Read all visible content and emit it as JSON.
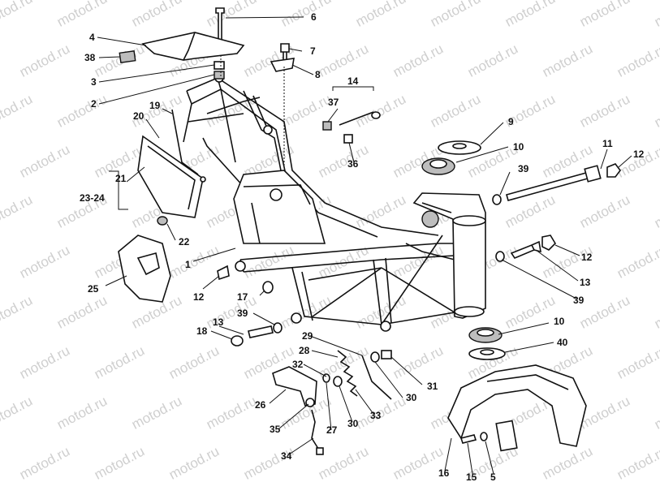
{
  "watermark": "motod.ru",
  "callouts": {
    "c1": "1",
    "c2": "2",
    "c3": "3",
    "c4": "4",
    "c5": "5",
    "c6": "6",
    "c7": "7",
    "c8": "8",
    "c9": "9",
    "c10a": "10",
    "c10b": "10",
    "c11": "11",
    "c12a": "12",
    "c12b": "12",
    "c12c": "12",
    "c13a": "13",
    "c13b": "13",
    "c14": "14",
    "c15": "15",
    "c16": "16",
    "c17": "17",
    "c18": "18",
    "c19": "19",
    "c20": "20",
    "c21": "21",
    "c22": "22",
    "c23_24": "23-24",
    "c25": "25",
    "c26": "26",
    "c27": "27",
    "c28": "28",
    "c29": "29",
    "c30a": "30",
    "c30b": "30",
    "c31": "31",
    "c32": "32",
    "c33": "33",
    "c34": "34",
    "c35": "35",
    "c36": "36",
    "c37": "37",
    "c38": "38",
    "c39a": "39",
    "c39b": "39",
    "c39c": "39",
    "c40": "40"
  }
}
